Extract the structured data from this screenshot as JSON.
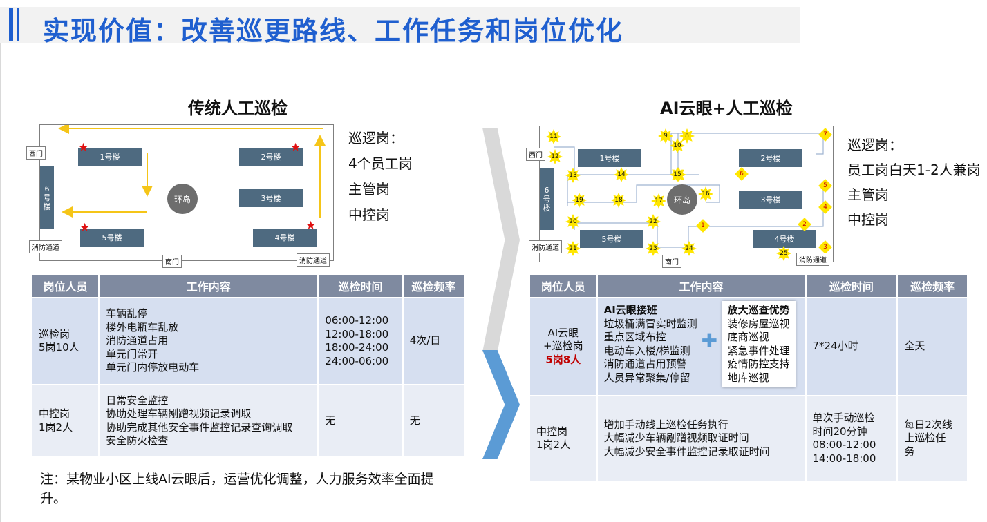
{
  "header": {
    "title": "实现价值：改善巡更路线、工作任务和岗位优化"
  },
  "left": {
    "title": "传统人工巡检",
    "map": {
      "gates": {
        "west": "西门",
        "south": "南门",
        "fire_left": "消防通道",
        "fire_right": "消防通道"
      },
      "buildings": {
        "b1": "1号楼",
        "b2": "2号楼",
        "b3": "3号楼",
        "b4": "4号楼",
        "b5": "5号楼",
        "b6": "6\n号\n楼"
      },
      "roundabout": "环岛"
    },
    "roles": [
      "巡逻岗：",
      "4个员工岗",
      "主管岗",
      "中控岗"
    ],
    "table": {
      "headers": [
        "岗位人员",
        "工作内容",
        "巡检时间",
        "巡检频率"
      ],
      "rows": [
        {
          "role": "巡检岗\n5岗10人",
          "work": "车辆乱停\n楼外电瓶车乱放\n消防通道占用\n单元门常开\n单元门内停放电动车",
          "time": "06:00-12:00\n12:00-18:00\n18:00-24:00\n24:00-06:00",
          "freq": "4次/日"
        },
        {
          "role": "中控岗\n1岗2人",
          "work": "日常安全监控\n协助处理车辆剐蹭视频记录调取\n协助完成其他安全事件监控记录查询调取\n安全防火检查",
          "time": "无",
          "freq": "无"
        }
      ]
    },
    "note": "注：某物业小区上线AI云眼后，运营优化调整，人力服务效率全面提升。"
  },
  "right": {
    "title": "AI云眼+人工巡检",
    "map": {
      "gates": {
        "west": "西门",
        "south": "南门",
        "fire_left": "消防通道",
        "fire_right": "消防通道"
      },
      "buildings": {
        "b1": "1号楼",
        "b2": "2号楼",
        "b3": "3号楼",
        "b4": "4号楼",
        "b5": "5号楼",
        "b6": "6\n号\n楼"
      },
      "roundabout": "环岛",
      "points": [
        "1",
        "2",
        "3",
        "4",
        "5",
        "6",
        "7",
        "8",
        "9",
        "10",
        "11",
        "12",
        "13",
        "14",
        "15",
        "16",
        "17",
        "18",
        "19",
        "20",
        "21",
        "22",
        "23",
        "24",
        "25"
      ]
    },
    "roles": [
      "巡逻岗：",
      "员工岗白天1-2人兼岗",
      "主管岗",
      "中控岗"
    ],
    "table": {
      "headers": [
        "岗位人员",
        "工作内容",
        "巡检时间",
        "巡检频率"
      ],
      "row1": {
        "role_line1": "AI云眼",
        "role_line2": "+巡检岗",
        "role_line3": "5岗8人",
        "ai_title": "AI云眼接班",
        "ai_items": "垃圾桶满冒实时监测\n重点区域布控\n电动车入楼/梯监测\n消防通道占用预警\n人员异常聚集/停留",
        "plus": "✚",
        "adv_title": "放大巡查优势",
        "adv_items": "装修房屋巡视\n底商巡视\n紧急事件处理\n疫情防控支持\n地库巡视",
        "time": "7*24小时",
        "freq": "全天"
      },
      "row2": {
        "role": "中控岗\n1岗2人",
        "work": "增加手动线上巡检任务执行\n大幅减少车辆剐蹭视频取证时间\n大幅减少安全事件监控记录取证时间",
        "time": "单次手动巡检\n时间20分钟\n08:00-12:00\n14:00-18:00",
        "freq": "每日2次线\n上巡检任\n务"
      }
    }
  },
  "colors": {
    "accent": "#1f5fcf",
    "building": "#4e6a80",
    "arrow": "#f5c518",
    "table_header": "#7f8aa0",
    "table_row": "#d6dff0",
    "highlight_red": "#c00000",
    "chevron_gray": "#d9d9d9",
    "chevron_blue": "#5b9bd5"
  }
}
